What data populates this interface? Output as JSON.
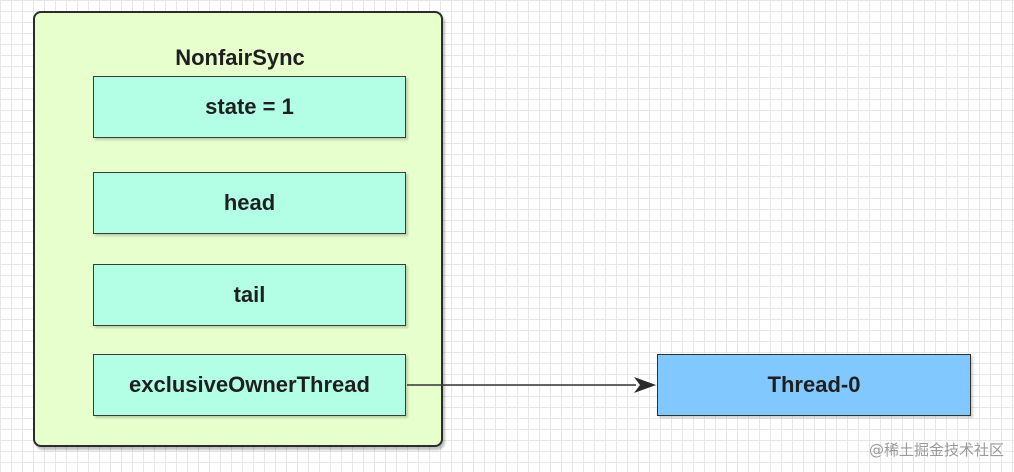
{
  "outer": {
    "title": "NonfairSync"
  },
  "fields": [
    {
      "label": "state = 1"
    },
    {
      "label": "head"
    },
    {
      "label": "tail"
    },
    {
      "label": "exclusiveOwnerThread"
    }
  ],
  "thread": {
    "label": "Thread-0"
  },
  "watermark": {
    "text": "@稀土掘金技术社区"
  },
  "colors": {
    "outer_fill": "#e6ffcc",
    "field_fill": "#b3ffe6",
    "thread_fill": "#80c8ff"
  }
}
